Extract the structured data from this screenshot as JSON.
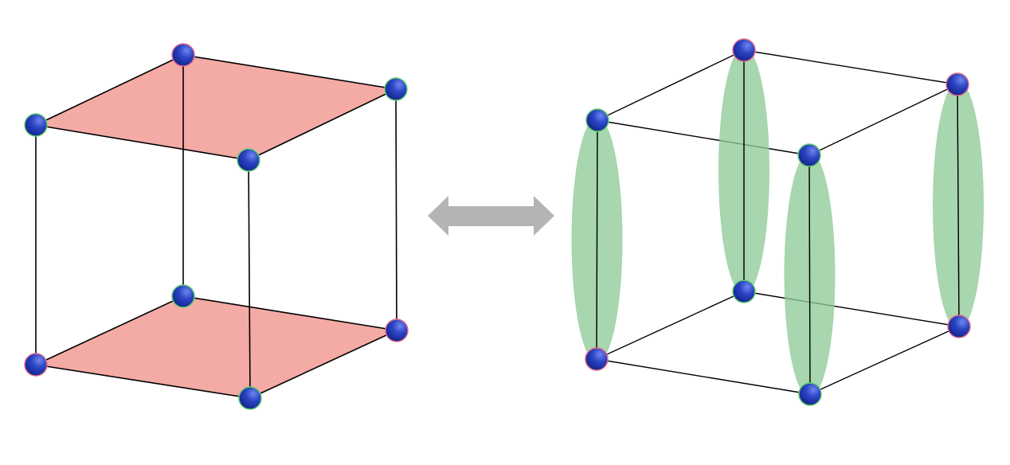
{
  "colors": {
    "background": "#ffffff",
    "edge": "#000000",
    "face_fill": "#f4aaa5",
    "ellipse_fill": "#8fcb98",
    "node_fill": "#1e36b4",
    "node_highlight": "#6f86ee",
    "node_rim_green": "#5fcc6a",
    "node_rim_pink": "#e26a8a",
    "arrow_fill": "#b4b4b4"
  },
  "diagram": {
    "left_cube": {
      "description_name": "cube-with-shaded-faces",
      "nodes": 8,
      "shaded_faces": 2,
      "node_rims": [
        "pink",
        "green",
        "green",
        "green",
        "green",
        "pink",
        "pink",
        "green"
      ]
    },
    "connector": {
      "icon": "double-headed-arrow-icon"
    },
    "right_cube": {
      "description_name": "cube-with-vertical-ellipses",
      "nodes": 8,
      "vertical_ellipses": 4,
      "node_rims": [
        "green",
        "pink",
        "green",
        "pink",
        "pink",
        "pink",
        "green",
        "green"
      ]
    }
  }
}
